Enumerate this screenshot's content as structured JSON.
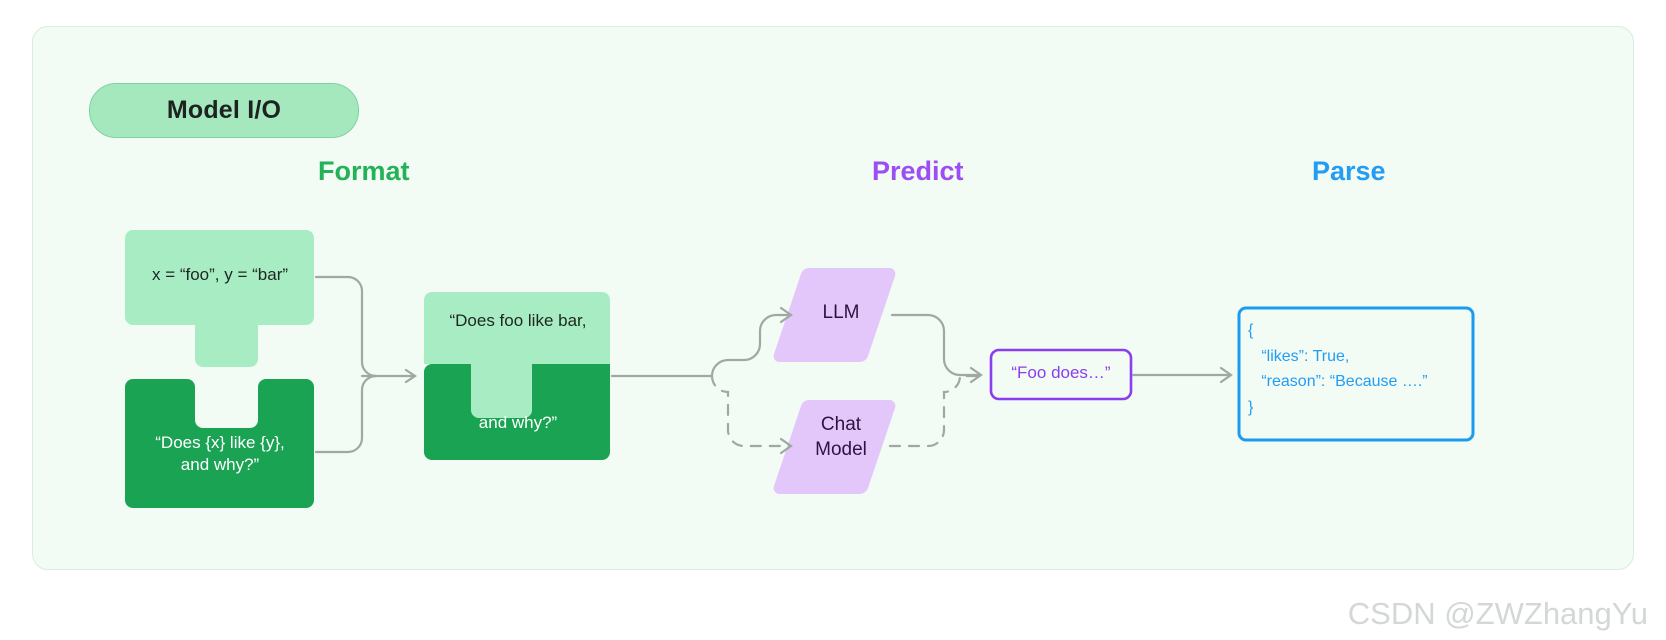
{
  "panel": {
    "background_color": "#f2fbf4",
    "border_color": "#d8eede"
  },
  "badge": {
    "label": "Model I/O",
    "fill_color": "#a5e8bd",
    "text_color": "#1d2320"
  },
  "headings": [
    {
      "id": "format",
      "label": "Format",
      "color": "#24b259"
    },
    {
      "id": "predict",
      "label": "Predict",
      "color": "#9c4df5"
    },
    {
      "id": "parse",
      "label": "Parse",
      "color": "#239df4"
    }
  ],
  "format_stage": {
    "variables_block": {
      "text": "x = “foo”, y = “bar”",
      "fill_color": "#a8ecc4",
      "text_color": "#1e2722"
    },
    "template_block": {
      "text": "“Does {x} like {y},\nand why?”",
      "fill_color": "#1aa353",
      "text_color": "#ffffff"
    },
    "merged_block": {
      "top_text": "“Does foo like bar,",
      "bottom_text": "and why?”",
      "top_fill_color": "#a8ecc4",
      "bottom_fill_color": "#1aa353"
    }
  },
  "predict_stage": {
    "models": [
      {
        "label": "LLM",
        "fill_color": "#e3c7fb",
        "text_color": "#2d1440",
        "connector": "solid"
      },
      {
        "label": "Chat\nModel",
        "fill_color": "#e3c7fb",
        "text_color": "#2d1440",
        "connector": "dashed"
      }
    ],
    "completion_box": {
      "text": "“Foo does…”",
      "border_color": "#8b3df0",
      "text_color": "#8b3df0"
    }
  },
  "parse_stage": {
    "output_box": {
      "lines": [
        "{",
        "   “likes”: True,",
        "   “reason”: “Because ….”",
        "}"
      ],
      "border_color": "#199cf0",
      "text_color": "#239df4"
    }
  },
  "connectors": {
    "line_color": "#9fa8a2",
    "dash_pattern": "10 9"
  },
  "watermark": {
    "text": "CSDN @ZWZhangYu",
    "color": "#d3d8d4"
  }
}
